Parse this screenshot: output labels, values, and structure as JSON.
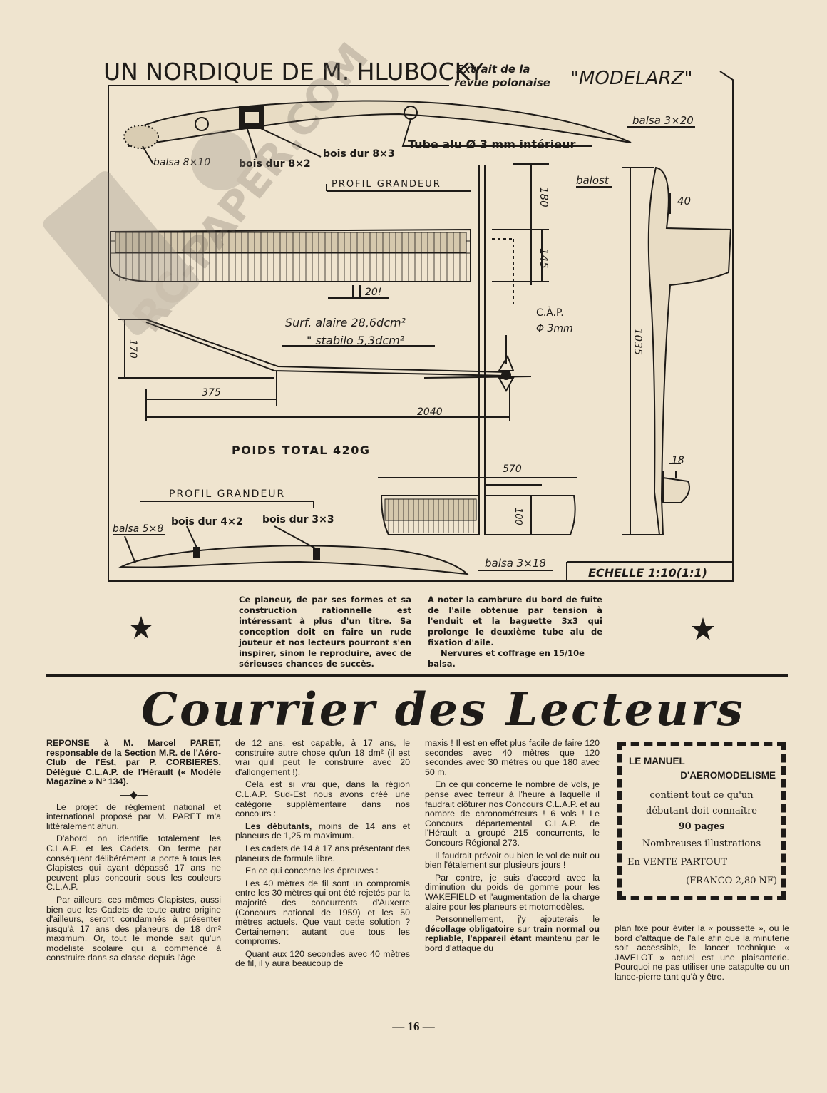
{
  "header": {
    "title": "UN NORDIQUE DE M. HLUBOCKY",
    "extract_line1": "Extrait de la",
    "extract_line2": "revue polonaise",
    "magazine": "\"MODELARZ\""
  },
  "plan_labels": {
    "balsa_3x20": "balsa 3×20",
    "balsa_8x10": "balsa 8×10",
    "bois_dur_8x2": "bois dur 8×2",
    "bois_dur_8x3": "bois dur 8×3",
    "tube_alu": "Tube alu Ø 3 mm intérieur",
    "profil_grandeur_1": "PROFIL GRANDEUR",
    "lest": "balost",
    "dim_180": "180",
    "dim_145": "145",
    "dim_40": "40",
    "dim_20": "20!",
    "cap": "C.À.P.",
    "cap_dia": "Φ 3mm",
    "surf_alaire": "Surf. alaire  28,6dcm²",
    "stabilo": "\"  stabilo  5,3dcm²",
    "dim_170": "170",
    "dim_375": "375",
    "dim_2040": "2040",
    "dim_1035": "1035",
    "poids_total": "POIDS TOTAL 420G",
    "dim_570": "570",
    "dim_18": "18",
    "profil_grandeur_2": "PROFIL GRANDEUR",
    "bois_dur_4x2": "bois dur 4×2",
    "bois_dur_3x3": "bois dur 3×3",
    "balsa_5x8": "balsa 5×8",
    "dim_100": "100",
    "balsa_3x18": "balsa 3×18",
    "echelle": "ECHELLE  1:10(1:1)"
  },
  "watermark": "RC-PAPER.COM",
  "caption": {
    "left": "Ce planeur, de par ses formes et sa construction rationnelle est intéressant à plus d'un titre. Sa conception doit en faire un rude jouteur et nos lecteurs pourront s'en inspirer, sinon le reproduire, avec de sérieuses chances de succès.",
    "right_p1": "A noter la cambrure du bord de fuite de l'aile obtenue par tension à l'enduit et la baguette 3x3 qui prolonge le deuxième tube alu de fixation d'aile.",
    "right_p2": "Nervures et coffrage en 15/10e balsa."
  },
  "section_title": "Courrier des Lecteurs",
  "col1": {
    "lead": "REPONSE à M. Marcel PARET, responsable de la Section M.R. de l'Aéro-Club de l'Est, par P. CORBIERES, Délégué C.L.A.P. de l'Hérault (« Modèle Magazine » N° 134).",
    "ornament": "—◆—",
    "p1": "Le projet de règlement national et international proposé par M. PARET m'a littéralement ahuri.",
    "p2": "D'abord on identifie totalement les C.L.A.P. et les Cadets. On ferme par conséquent délibérément la porte à tous les Clapistes qui ayant dépassé 17 ans ne peuvent plus concourir sous les couleurs C.L.A.P.",
    "p3": "Par ailleurs, ces mêmes Clapistes, aussi bien que les Cadets de toute autre origine d'ailleurs, seront condamnés à présenter jusqu'à 17 ans des planeurs de 18 dm² maximum. Or, tout le monde sait qu'un modéliste scolaire qui a commencé à construire dans sa classe depuis l'âge"
  },
  "col2": {
    "p1": "de 12 ans, est capable, à 17 ans, le construire autre chose qu'un 18 dm² (il est vrai qu'il peut le construire avec 20 d'allongement !).",
    "p2": "Cela est si vrai que, dans la région C.L.A.P. Sud-Est nous avons créé une catégorie supplémentaire dans nos concours :",
    "p3_bold": "Les débutants,",
    "p3": " moins de 14 ans et planeurs de 1,25 m maximum.",
    "p4": "Les cadets de 14 à 17 ans présentant des planeurs de formule libre.",
    "p5": "En ce qui concerne les épreuves :",
    "p6": "Les 40 mètres de fil sont un compromis entre les 30 mètres qui ont été rejetés par la majorité des concurrents d'Auxerre (Concours national de 1959) et les 50 mètres actuels. Que vaut cette solution ? Certainement autant que tous les compromis.",
    "p7": "Quant aux 120 secondes avec 40 mètres de fil, il y aura beaucoup de"
  },
  "col3": {
    "p1": "maxis ! Il est en effet plus facile de faire 120 secondes avec 40 mètres que 120 secondes avec 30 mètres ou que 180 avec 50 m.",
    "p2": "En ce qui concerne le nombre de vols, je pense avec terreur à l'heure à laquelle il faudrait clôturer nos Concours C.L.A.P. et au nombre de chronométreurs ! 6 vols ! Le Concours départemental C.L.A.P. de l'Hérault a groupé 215 concurrents, le Concours Régional 273.",
    "p3": "Il faudrait prévoir ou bien le vol de nuit ou bien l'étalement sur plusieurs jours !",
    "p4": "Par contre, je suis d'accord avec la diminution du poids de gomme pour les WAKEFIELD et l'augmentation de la charge alaire pour les planeurs et motomodèles.",
    "p5a": "Personnellement, j'y ajouterais le ",
    "p5b": "décollage obligatoire",
    "p5c": " sur ",
    "p5d": "train normal ou repliable, l'appareil étant",
    "p5e": " maintenu par le bord d'attaque du"
  },
  "ad": {
    "line1": "LE MANUEL",
    "line2": "D'AEROMODELISME",
    "line3": "contient tout ce qu'un",
    "line4": "débutant doit connaître",
    "line5": "90 pages",
    "line6": "Nombreuses illustrations",
    "line7": "En VENTE PARTOUT",
    "line8": "(FRANCO 2,80 NF)"
  },
  "col4": {
    "p1": "plan fixe pour éviter la « poussette », ou le bord d'attaque de l'aile afin que la minuterie soit accessible, le lancer technique « JAVELOT » actuel est une plaisanterie. Pourquoi ne pas utiliser une catapulte ou un lance-pierre tant qu'à y être."
  },
  "page_number": "— 16 —"
}
